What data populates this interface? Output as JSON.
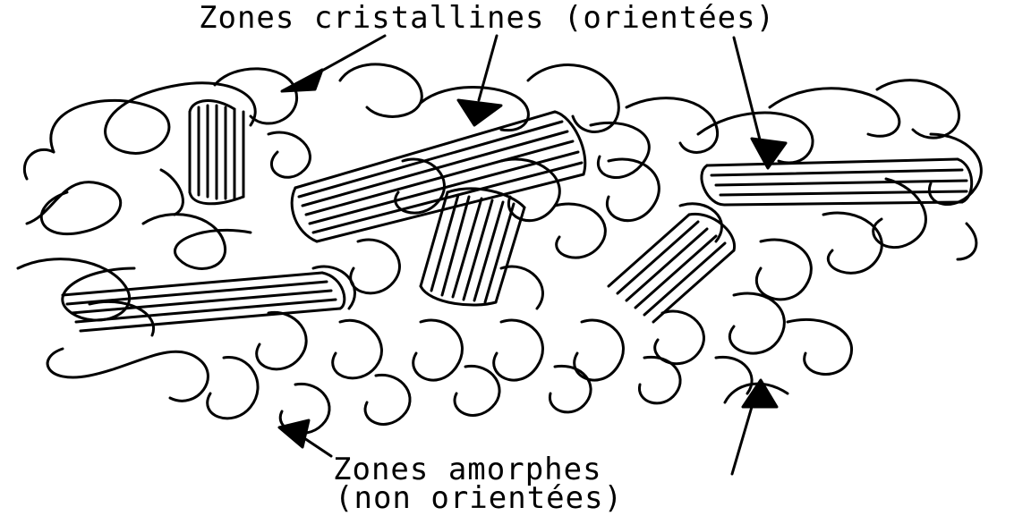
{
  "labels": {
    "crystalline": "Zones cristallines (orientées)",
    "amorphous_line1": "Zones amorphes",
    "amorphous_line2": "(non orientées)"
  },
  "colors": {
    "ink": "#000000",
    "background": "#ffffff"
  }
}
